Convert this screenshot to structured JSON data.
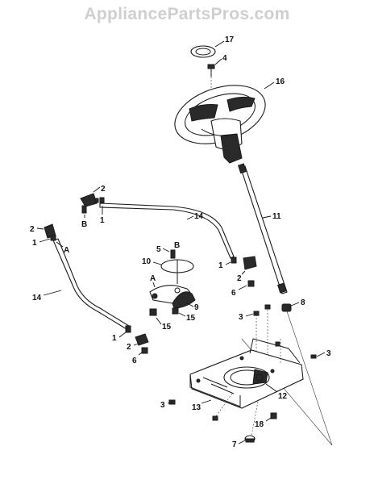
{
  "watermark": "AppliancePartsPros.com",
  "callouts": {
    "c17": "17",
    "c4": "4",
    "c16": "16",
    "c2_top": "2",
    "c1_top": "1",
    "cB_top": "B",
    "c14_top": "14",
    "c11": "11",
    "c2_left": "2",
    "c1_left": "1",
    "cA_left": "A",
    "c5": "5",
    "cB_mid": "B",
    "c10": "10",
    "c1_right": "1",
    "c2_right": "2",
    "c6_right": "6",
    "cA_mid": "A",
    "c8": "8",
    "c9": "9",
    "c14_left": "14",
    "c15_a": "15",
    "c15_b": "15",
    "c3_top": "3",
    "c1_bottom": "1",
    "c2_bottom": "2",
    "c6_bottom": "6",
    "c3_right": "3",
    "c12": "12",
    "c13": "13",
    "c3_left": "3",
    "c18": "18",
    "c7": "7"
  }
}
